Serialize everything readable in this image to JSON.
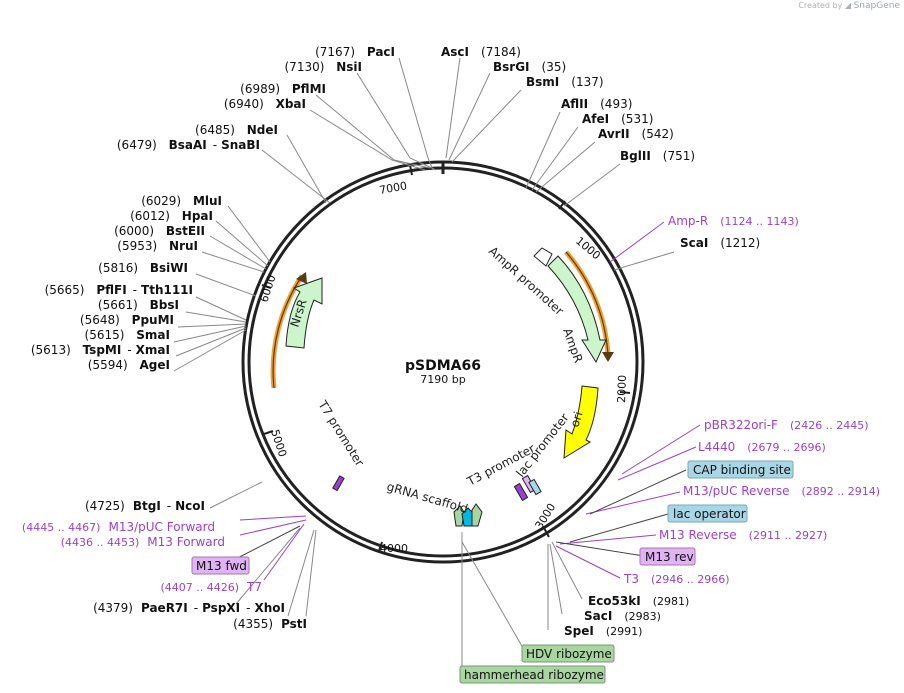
{
  "credit": {
    "prefix": "Created by",
    "brand": "SnapGene"
  },
  "plasmid": {
    "name": "pSDMA66",
    "size_label": "7190 bp"
  },
  "ticks": [
    {
      "label": "1000"
    },
    {
      "label": "2000"
    },
    {
      "label": "3000"
    },
    {
      "label": "4000"
    },
    {
      "label": "5000"
    },
    {
      "label": "6000"
    },
    {
      "label": "7000"
    }
  ],
  "sites_right_top": [
    {
      "name": "AscI",
      "pos": "(7184)"
    },
    {
      "name": "BsrGI",
      "pos": "(35)"
    },
    {
      "name": "BsmI",
      "pos": "(137)"
    },
    {
      "name": "AflII",
      "pos": "(493)"
    },
    {
      "name": "AfeI",
      "pos": "(531)"
    },
    {
      "name": "AvrII",
      "pos": "(542)"
    },
    {
      "name": "BglII",
      "pos": "(751)"
    }
  ],
  "sites_left_top": [
    {
      "pos": "(7167)",
      "name": "PacI"
    },
    {
      "pos": "(7130)",
      "name": "NsiI"
    },
    {
      "pos": "(6989)",
      "name": "PflMI"
    },
    {
      "pos": "(6940)",
      "name": "XbaI"
    },
    {
      "pos": "(6485)",
      "name": "NdeI"
    },
    {
      "pos": "(6479)",
      "name": "BsaAI",
      "name2": "SnaBI"
    },
    {
      "pos": "(6029)",
      "name": "MluI"
    },
    {
      "pos": "(6012)",
      "name": "HpaI"
    },
    {
      "pos": "(6000)",
      "name": "BstEII"
    },
    {
      "pos": "(5953)",
      "name": "NruI"
    },
    {
      "pos": "(5816)",
      "name": "BsiWI"
    },
    {
      "pos": "(5665)",
      "name": "PflFI",
      "name2": "Tth111I"
    },
    {
      "pos": "(5661)",
      "name": "BbsI"
    },
    {
      "pos": "(5648)",
      "name": "PpuMI"
    },
    {
      "pos": "(5615)",
      "name": "SmaI"
    },
    {
      "pos": "(5613)",
      "name": "TspMI",
      "name2": "XmaI"
    },
    {
      "pos": "(5594)",
      "name": "AgeI"
    }
  ],
  "sites_right_mid": [
    {
      "name": "ScaI",
      "pos": "(1212)"
    }
  ],
  "sites_bottom_left": [
    {
      "pos": "(4725)",
      "name": "BtgI",
      "name2": "NcoI"
    },
    {
      "pos": "(4379)",
      "name": "PaeR7I",
      "name2": "PspXI",
      "name3": "XhoI"
    },
    {
      "pos": "(4355)",
      "name": "PstI"
    }
  ],
  "sites_bottom_right": [
    {
      "name": "Eco53kI",
      "pos": "(2981)"
    },
    {
      "name": "SacI",
      "pos": "(2983)"
    },
    {
      "name": "SpeI",
      "pos": "(2991)"
    }
  ],
  "primers": [
    {
      "name": "Amp-R",
      "range": "(1124 .. 1143)"
    },
    {
      "name": "pBR322ori-F",
      "range": "(2426 .. 2445)"
    },
    {
      "name": "L4440",
      "range": "(2679 .. 2696)"
    },
    {
      "name": "M13/pUC Reverse",
      "range": "(2892 .. 2914)"
    },
    {
      "name": "M13 Reverse",
      "range": "(2911 .. 2927)"
    },
    {
      "name": "T3",
      "range": "(2946 .. 2966)"
    },
    {
      "name": "M13/pUC Forward",
      "range": "(4445 .. 4467)"
    },
    {
      "name": "M13 Forward",
      "range": "(4436 .. 4453)"
    },
    {
      "name": "T7",
      "range": "(4407 .. 4426)"
    }
  ],
  "boxed_features": {
    "cap_binding_site": "CAP binding site",
    "lac_operator": "lac operator",
    "m13_rev": "M13 rev",
    "m13_fwd": "M13 fwd",
    "hdv_ribozyme": "HDV ribozyme",
    "hammerhead_ribozyme": "hammerhead ribozyme"
  },
  "inner_features": {
    "ampr_promoter": "AmpR promoter",
    "ampr": "AmpR",
    "ori": "ori",
    "lac_promoter": "lac promoter",
    "t3_promoter": "T3 promoter",
    "grna_scaffold": "gRNA scaffold",
    "t7_promoter": "T7 promoter",
    "nrsr": "NrsR"
  },
  "colors": {
    "backbone": "#222222",
    "ampr": "#ccf5cc",
    "ori": "#ffff00",
    "nrsr": "#ccf5cc",
    "primer": "#9a3fd0",
    "cap_box": "#a8d6e6",
    "lac_box": "#a8d6e6",
    "m13_box": "#e0b3f5",
    "ribozyme_box": "#a9d5a0",
    "orange": "#f0a030"
  }
}
